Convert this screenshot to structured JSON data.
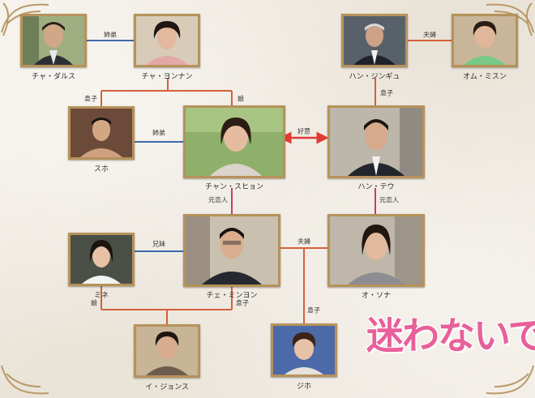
{
  "colors": {
    "family_line": "#d4603c",
    "sibling_line": "#3e6aa8",
    "love_line": "#e23b33",
    "frame": "#b6925a",
    "logo": "#e8609a"
  },
  "people": {
    "cha_dalsu": {
      "name": "チャ・ダルス"
    },
    "cha_yongnan": {
      "name": "チャ・ヨンナン"
    },
    "han_jingyu": {
      "name": "ハン・ジンギュ"
    },
    "om_misun": {
      "name": "オム・ミスン"
    },
    "suho": {
      "name": "スホ"
    },
    "chan_suhyon": {
      "name": "チャン・スヒョン"
    },
    "han_teu": {
      "name": "ハン・テウ"
    },
    "mine": {
      "name": "ミネ"
    },
    "che_minyon": {
      "name": "チェ・ミンヨン"
    },
    "o_sona": {
      "name": "オ・ソナ"
    },
    "i_jonsu": {
      "name": "イ・ジョンス"
    },
    "jiho": {
      "name": "ジホ"
    }
  },
  "relations": {
    "dalsu_yongnan": "姉弟",
    "jingyu_misun": "夫婦",
    "yongnan_suho": "息子",
    "yongnan_suhyon": "娘",
    "jingyu_teu": "息子",
    "suho_suhyon": "姉弟",
    "suhyon_teu": "好意",
    "suhyon_minyon": "元恋人",
    "teu_sona": "元恋人",
    "mine_minyon": "兄妹",
    "minyon_sona": "夫婦",
    "ijonsu_mine": "娘",
    "ijonsu_minyon": "息子",
    "jiho": "息子"
  },
  "logo": {
    "text": "迷わないで"
  }
}
